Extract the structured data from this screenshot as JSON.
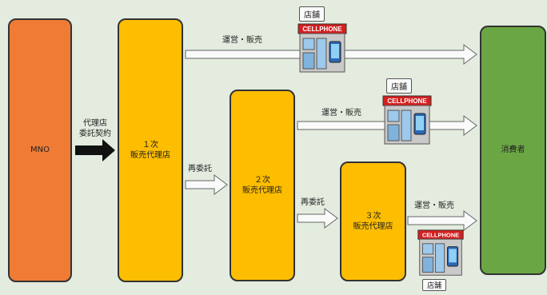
{
  "nodes": {
    "mno": "MNO",
    "agent1": "１次\n販売代理店",
    "agent2": "２次\n販売代理店",
    "agent3": "３次\n販売代理店",
    "consumer": "消費者"
  },
  "edges": {
    "contract": "代理店\n委託契約",
    "resub1": "再委託",
    "resub2": "再委託",
    "sales1": "運営・販売",
    "sales2": "運営・販売",
    "sales3": "運営・販売"
  },
  "shops": {
    "label": "店舗",
    "sign": "CELLPHONE"
  }
}
